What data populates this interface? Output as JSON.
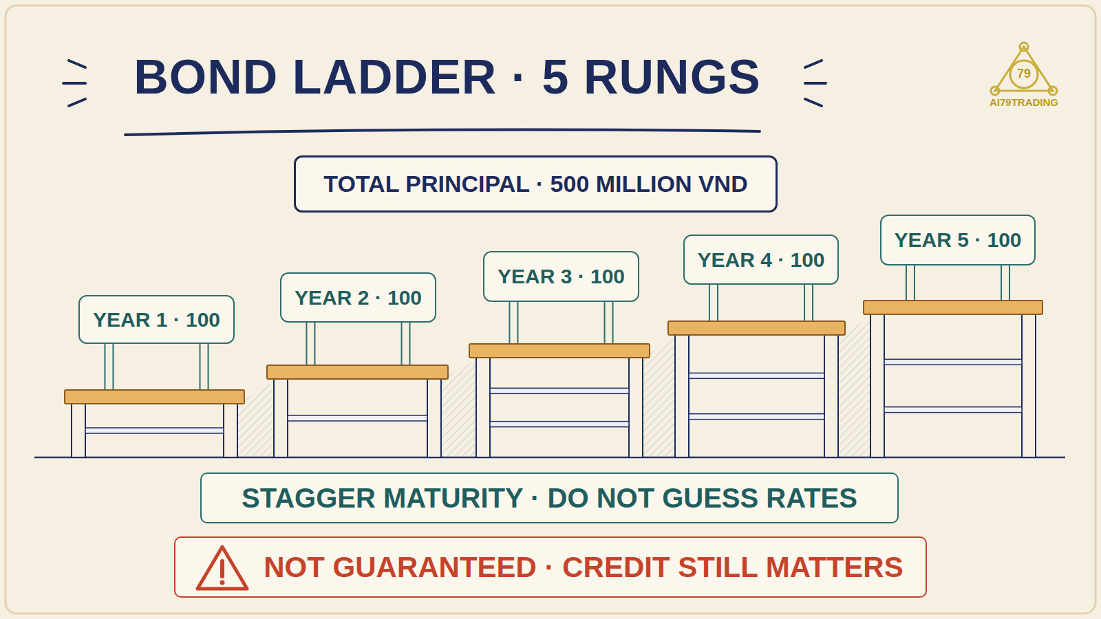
{
  "diagram": {
    "title": "BOND LADDER · 5 RUNGS",
    "nodes": [
      {
        "text": [
          "TOTAL PRINCIPAL · 500 MILLION VND"
        ]
      },
      {
        "text": [
          "YEAR 1 · 100"
        ]
      },
      {
        "text": [
          "YEAR 2 · 100"
        ]
      },
      {
        "text": [
          "YEAR 3 · 100"
        ]
      },
      {
        "text": [
          "YEAR 4 · 100"
        ]
      },
      {
        "text": [
          "YEAR 5 · 100"
        ]
      },
      {
        "text": [
          "STAGGER MATURITY · DO NOT GUESS RATES"
        ]
      },
      {
        "text": [
          "NOT GUARANTEED · CREDIT STILL MATTERS"
        ]
      }
    ],
    "labels": [
      "79",
      "AI79TRADING"
    ]
  }
}
